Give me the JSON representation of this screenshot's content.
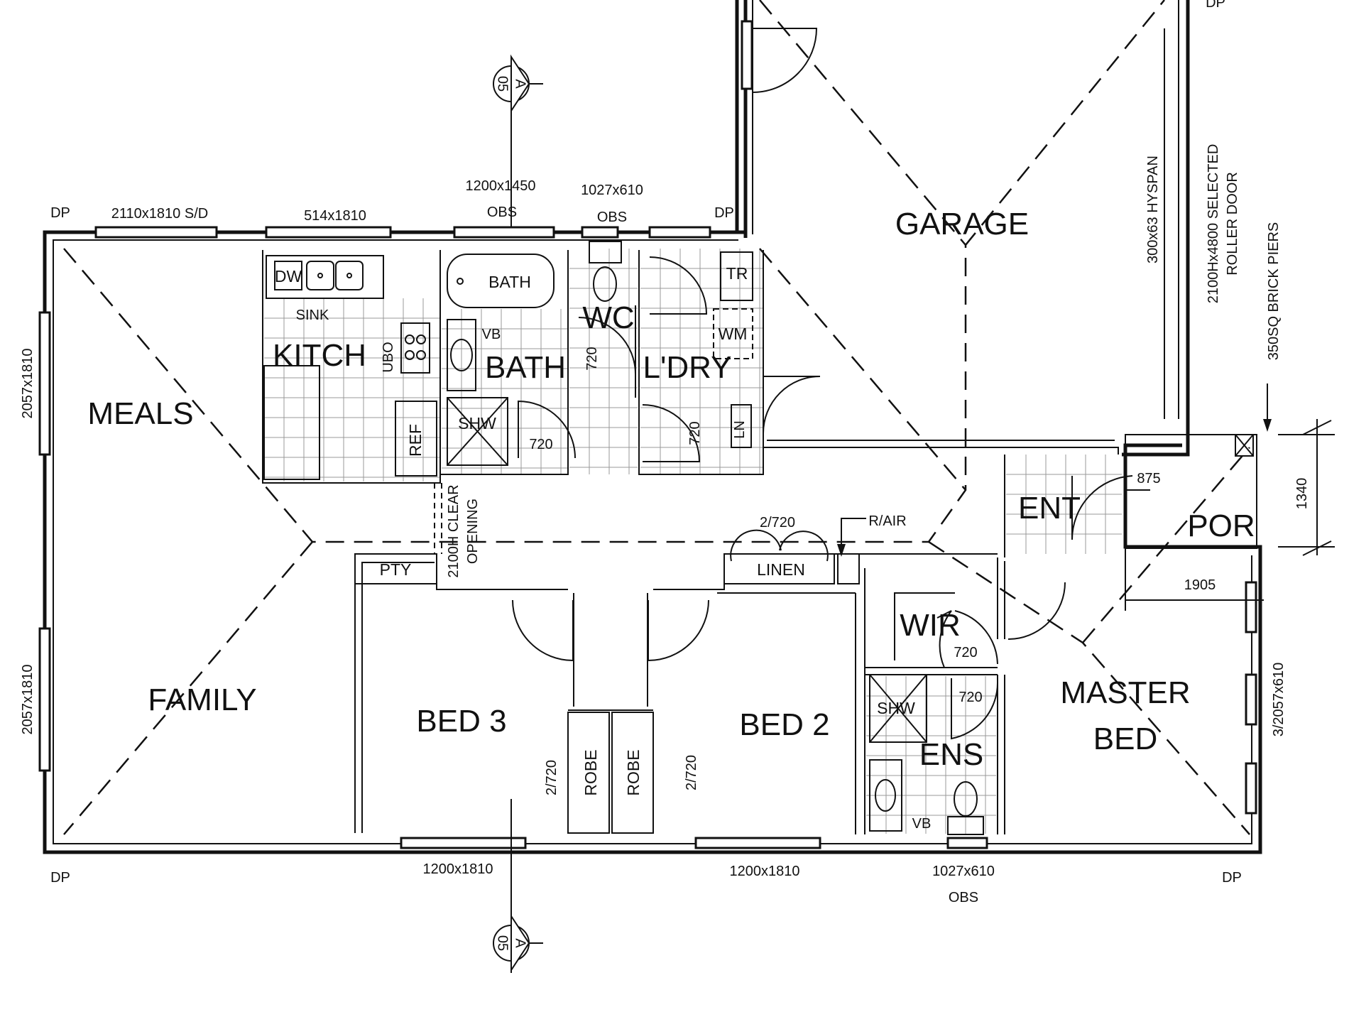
{
  "rooms": {
    "garage": "GARAGE",
    "meals": "MEALS",
    "kitch": "KITCH",
    "bath": "BATH",
    "wc": "WC",
    "ldry": "L'DRY",
    "family": "FAMILY",
    "bed3": "BED 3",
    "bed2": "BED 2",
    "master_line1": "MASTER",
    "master_line2": "BED",
    "ens": "ENS",
    "wir": "WIR",
    "ent": "ENT",
    "por": "POR",
    "pty": "PTY",
    "linen": "LINEN",
    "robe": "ROBE"
  },
  "fixtures": {
    "dw": "DW",
    "sink": "SINK",
    "ubo": "UBO",
    "ref": "REF",
    "bath_tub": "BATH",
    "vb": "VB",
    "shw": "SHW",
    "tr": "TR",
    "wm": "WM",
    "ln": "LN"
  },
  "windows": {
    "sd": "2110x1810 S/D",
    "w514": "514x1810",
    "w1200x1450": "1200x1450",
    "obs": "OBS",
    "w1027": "1027x610",
    "w2057": "2057x1810",
    "w1200x1810": "1200x1810",
    "w3_2057": "3/2057x610"
  },
  "dims": {
    "d720": "720",
    "d2_720": "2/720",
    "d875": "875",
    "d1340": "1340",
    "d1905": "1905"
  },
  "notes": {
    "dp": "DP",
    "hyspan": "300x63 HYSPAN",
    "roller_line1": "2100Hx4800 SELECTED",
    "roller_line2": "ROLLER DOOR",
    "brick_piers": "350SQ BRICK PIERS",
    "clear_line1": "2100H CLEAR",
    "clear_line2": "OPENING",
    "rair": "R/AIR"
  },
  "section_marker": {
    "letter": "A",
    "sheet": "05"
  }
}
